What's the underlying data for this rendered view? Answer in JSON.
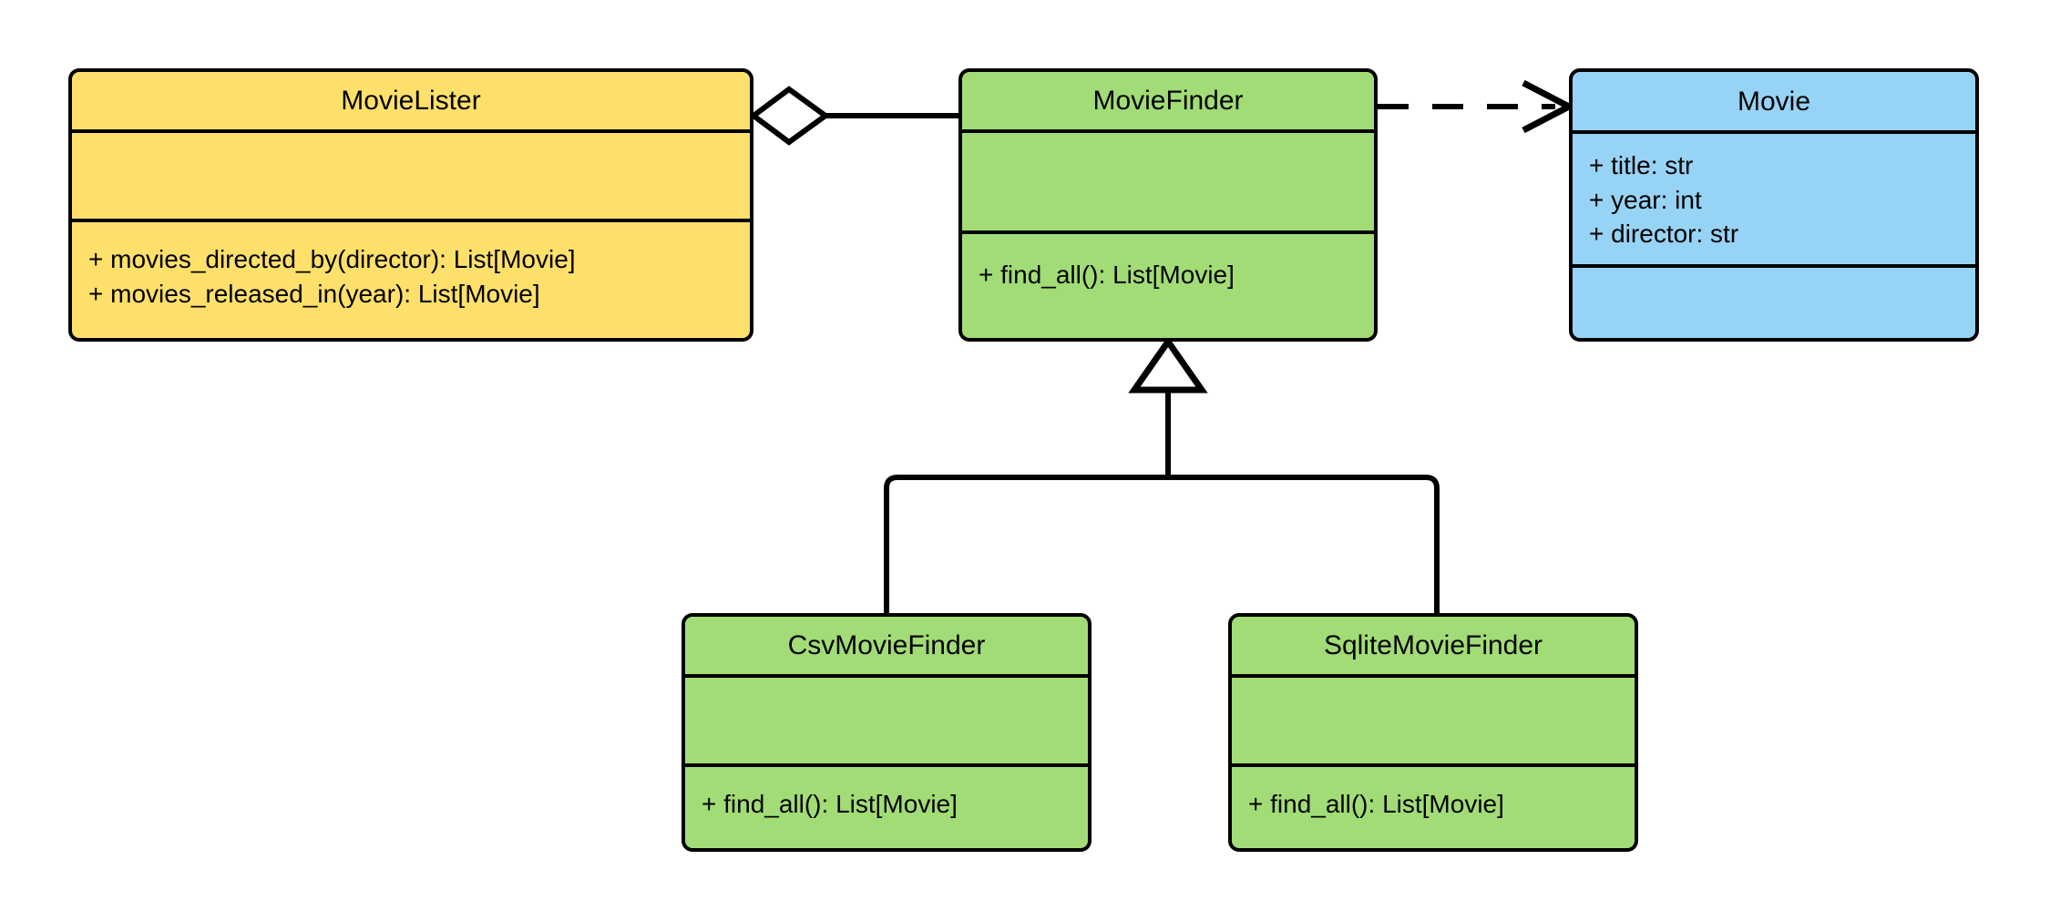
{
  "diagram": {
    "kind": "uml-class-diagram",
    "background": "#ffffff",
    "stroke_color": "#000000",
    "colors": {
      "yellow": "#ffe06b",
      "green": "#a2dc76",
      "blue": "#97d3f5",
      "outline": "#000000"
    }
  },
  "classes": {
    "movielister": {
      "name": "MovieLister",
      "fill": "#ffe06b",
      "attributes": [],
      "methods": [
        "+ movies_directed_by(director): List[Movie]",
        "+ movies_released_in(year): List[Movie]"
      ]
    },
    "moviefinder": {
      "name": "MovieFinder",
      "fill": "#a2dc76",
      "attributes": [],
      "methods": [
        "+ find_all(): List[Movie]"
      ]
    },
    "movie": {
      "name": "Movie",
      "fill": "#97d3f5",
      "attributes": [
        "+ title: str",
        "+ year: int",
        "+ director: str"
      ],
      "methods": []
    },
    "csvmoviefinder": {
      "name": "CsvMovieFinder",
      "fill": "#a2dc76",
      "attributes": [],
      "methods": [
        "+ find_all(): List[Movie]"
      ]
    },
    "sqlitemoviefinder": {
      "name": "SqliteMovieFinder",
      "fill": "#a2dc76",
      "attributes": [],
      "methods": [
        "+ find_all(): List[Movie]"
      ]
    }
  },
  "relationships": [
    {
      "id": "aggregation-movielister-moviefinder",
      "type": "aggregation",
      "marker": "hollow-diamond",
      "line_style": "solid",
      "source": "MovieLister",
      "target": "MovieFinder",
      "label": ""
    },
    {
      "id": "dependency-moviefinder-movie",
      "type": "dependency",
      "marker": "open-arrow",
      "line_style": "dashed",
      "source": "MovieFinder",
      "target": "Movie",
      "label": ""
    },
    {
      "id": "generalization-csvmoviefinder-moviefinder",
      "type": "generalization",
      "marker": "hollow-triangle",
      "line_style": "solid",
      "source": "CsvMovieFinder",
      "target": "MovieFinder",
      "label": ""
    },
    {
      "id": "generalization-sqlitemoviefinder-moviefinder",
      "type": "generalization",
      "marker": "hollow-triangle",
      "line_style": "solid",
      "source": "SqliteMovieFinder",
      "target": "MovieFinder",
      "label": ""
    }
  ]
}
